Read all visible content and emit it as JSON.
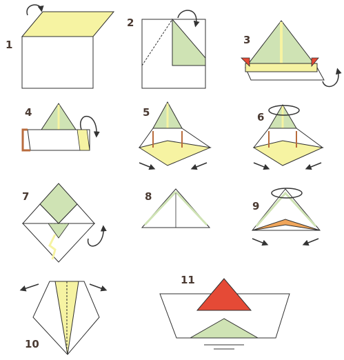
{
  "steps": [
    {
      "number": "1"
    },
    {
      "number": "2"
    },
    {
      "number": "3"
    },
    {
      "number": "4"
    },
    {
      "number": "5"
    },
    {
      "number": "6"
    },
    {
      "number": "7"
    },
    {
      "number": "8"
    },
    {
      "number": "9"
    },
    {
      "number": "10"
    },
    {
      "number": "11"
    }
  ],
  "colors": {
    "outline": "#2f2f2f",
    "paper": "#ffffff",
    "yellow": "#f6f3a2",
    "green": "#cfe3b4",
    "red": "#e54a36",
    "orange": "#f0a55a",
    "brown": "#b86b3c",
    "number": "#4a3a32",
    "arrow": "#333333"
  }
}
